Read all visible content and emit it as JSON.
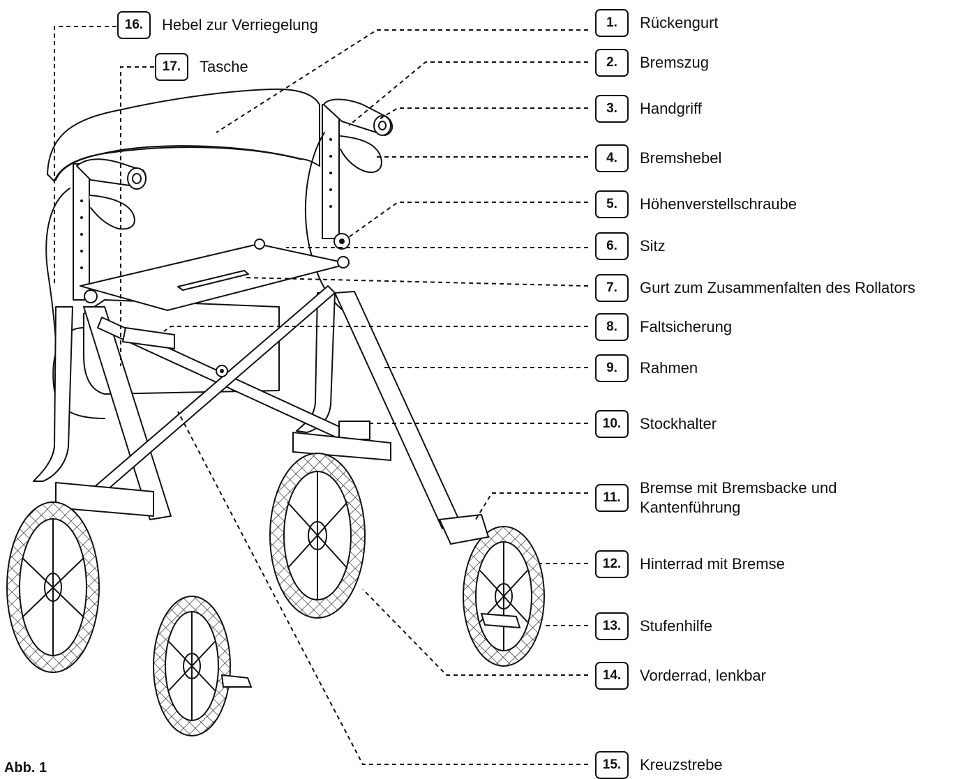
{
  "figure_label": "Abb. 1",
  "colors": {
    "line": "#111111",
    "background": "#ffffff"
  },
  "callouts": [
    {
      "number": "1.",
      "label": "Rückengurt"
    },
    {
      "number": "2.",
      "label": "Bremszug"
    },
    {
      "number": "3.",
      "label": "Handgriff"
    },
    {
      "number": "4.",
      "label": "Bremshebel"
    },
    {
      "number": "5.",
      "label": "Höhenverstellschraube"
    },
    {
      "number": "6.",
      "label": "Sitz"
    },
    {
      "number": "7.",
      "label": "Gurt zum Zusammenfalten des Rollators"
    },
    {
      "number": "8.",
      "label": "Faltsicherung"
    },
    {
      "number": "9.",
      "label": "Rahmen"
    },
    {
      "number": "10.",
      "label": "Stockhalter"
    },
    {
      "number": "11.",
      "label": "Bremse mit Bremsbacke und Kantenführung"
    },
    {
      "number": "12.",
      "label": "Hinterrad mit Bremse"
    },
    {
      "number": "13.",
      "label": "Stufenhilfe"
    },
    {
      "number": "14.",
      "label": "Vorderrad, lenkbar"
    },
    {
      "number": "15.",
      "label": "Kreuzstrebe"
    },
    {
      "number": "16.",
      "label": "Hebel zur Verriegelung"
    },
    {
      "number": "17.",
      "label": "Tasche"
    }
  ]
}
